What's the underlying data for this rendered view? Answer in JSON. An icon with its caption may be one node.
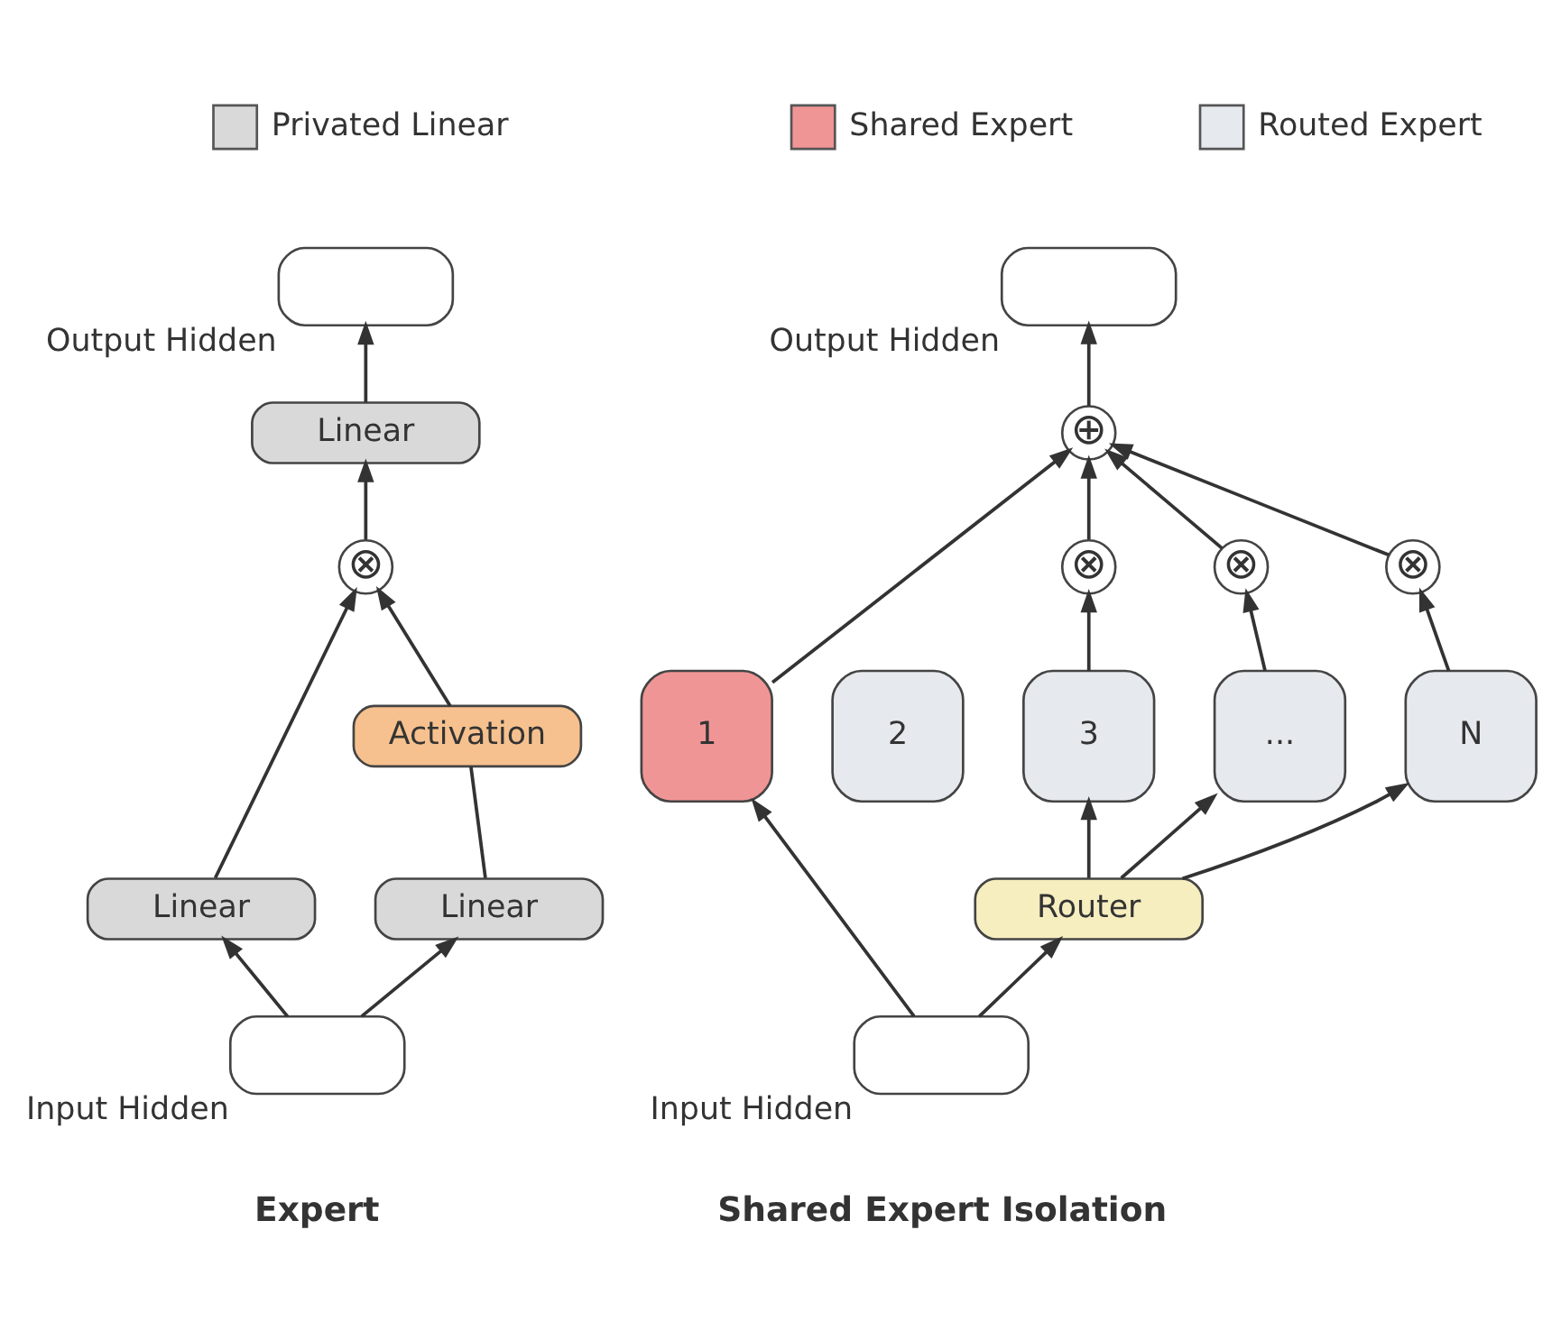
{
  "diagram": {
    "nodes": [
      {
        "text": [],
        "shape": "box",
        "beside": [
          "Output Hidden"
        ]
      },
      {
        "text": [
          "Linear"
        ]
      },
      {
        "text": [
          "⊗"
        ]
      },
      {
        "text": [
          "Activation"
        ]
      },
      {
        "text": [
          "Linear"
        ]
      },
      {
        "text": [
          "Linear"
        ]
      },
      {
        "text": [],
        "shape": "box",
        "beside": [
          "Input Hidden"
        ]
      },
      {
        "text": [],
        "shape": "box",
        "beside": [
          "Output Hidden"
        ]
      },
      {
        "text": [
          "⊕"
        ]
      },
      {
        "text": [
          "⊗"
        ]
      },
      {
        "text": [
          "⊗"
        ]
      },
      {
        "text": [
          "⊗"
        ]
      },
      {
        "text": [
          "1"
        ]
      },
      {
        "text": [
          "2"
        ]
      },
      {
        "text": [
          "3"
        ]
      },
      {
        "text": [
          "..."
        ]
      },
      {
        "text": [
          "N"
        ]
      },
      {
        "text": [
          "Router"
        ]
      },
      {
        "text": [],
        "shape": "box",
        "beside": [
          "Input Hidden"
        ]
      }
    ],
    "edges": [
      {
        "from": 6,
        "to": 4,
        "arrow": "to"
      },
      {
        "from": 6,
        "to": 5,
        "arrow": "to"
      },
      {
        "from": 4,
        "to": 2,
        "arrow": "to"
      },
      {
        "from": 5,
        "to": 3,
        "arrow": "none"
      },
      {
        "from": 3,
        "to": 2,
        "arrow": "to"
      },
      {
        "from": 2,
        "to": 1,
        "arrow": "to"
      },
      {
        "from": 1,
        "to": 0,
        "arrow": "to"
      },
      {
        "from": 18,
        "to": 12,
        "arrow": "to"
      },
      {
        "from": 18,
        "to": 17,
        "arrow": "to"
      },
      {
        "from": 17,
        "to": 14,
        "arrow": "to"
      },
      {
        "from": 17,
        "to": 15,
        "arrow": "to"
      },
      {
        "from": 17,
        "to": 16,
        "arrow": "to"
      },
      {
        "from": 14,
        "to": 9,
        "arrow": "to"
      },
      {
        "from": 15,
        "to": 10,
        "arrow": "to"
      },
      {
        "from": 16,
        "to": 11,
        "arrow": "to"
      },
      {
        "from": 12,
        "to": 8,
        "arrow": "to"
      },
      {
        "from": 9,
        "to": 8,
        "arrow": "to"
      },
      {
        "from": 10,
        "to": 8,
        "arrow": "to"
      },
      {
        "from": 11,
        "to": 8,
        "arrow": "to"
      },
      {
        "from": 8,
        "to": 7,
        "arrow": "to"
      }
    ],
    "labels": [
      "Expert",
      "Shared Expert Isolation"
    ],
    "legend": [
      {
        "text": "Privated Linear",
        "color": "#d9d9d9"
      },
      {
        "text": "Shared Expert",
        "color": "#f09595"
      },
      {
        "text": "Routed Expert",
        "color": "#e6e9ed"
      }
    ]
  }
}
